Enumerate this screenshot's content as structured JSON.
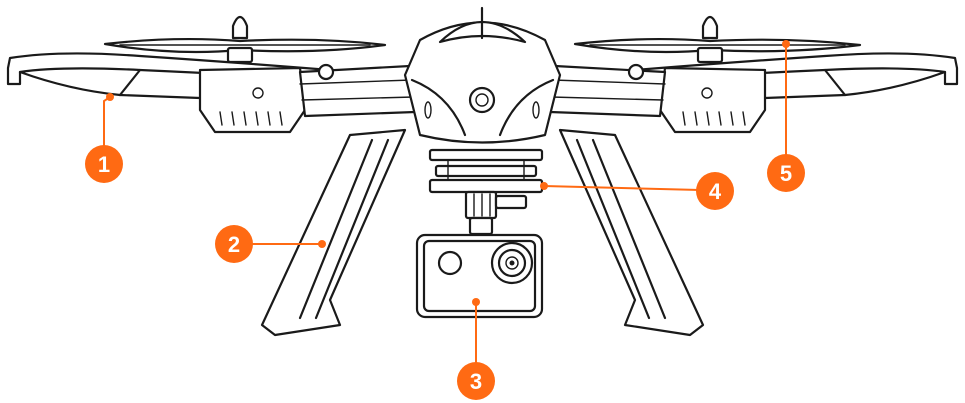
{
  "accent_color": "#ff6a13",
  "callouts": [
    {
      "number": "1"
    },
    {
      "number": "2"
    },
    {
      "number": "3"
    },
    {
      "number": "4"
    },
    {
      "number": "5"
    }
  ]
}
